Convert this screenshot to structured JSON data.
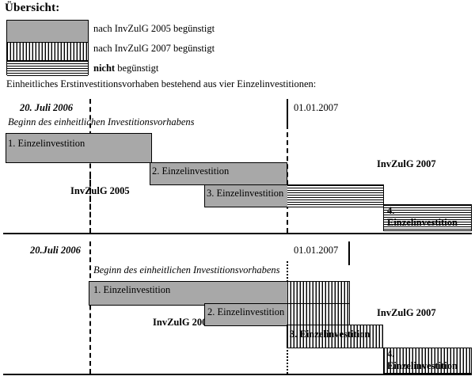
{
  "title": "Übersicht:",
  "legend": {
    "items": [
      {
        "pattern": "solid-gray",
        "label": "nach InvZulG 2005 begünstigt"
      },
      {
        "pattern": "vertical-stripes",
        "label": "nach InvZulG 2007 begünstigt"
      },
      {
        "pattern": "horizontal-stripes",
        "label_bold": "nicht",
        "label_rest": " begünstigt"
      }
    ]
  },
  "intro": "Einheitliches Erstinvestitionsvorhaben bestehend aus vier Einzelinvestitionen:",
  "chart_data": {
    "type": "bar",
    "title": "Übersicht:",
    "xlabel": "",
    "ylabel": "",
    "legend_position": "top-left",
    "charts": [
      {
        "name": "variant-1",
        "date_left": "20. Juli 2006",
        "date_left_note": "Beginn des einheitlichen Investitionsvorhabens",
        "date_right": "01.01.2007",
        "region_left": "InvZulG 2005",
        "region_right": "InvZulG 2007",
        "bars": [
          {
            "label": "1. Einzelinvestition",
            "segments": [
              {
                "fill": "solid-gray",
                "span": 100
              }
            ]
          },
          {
            "label": "2. Einzelinvestition",
            "segments": [
              {
                "fill": "solid-gray",
                "span": 100
              }
            ]
          },
          {
            "label": "3. Einzelinvestition",
            "segments": [
              {
                "fill": "solid-gray",
                "span": 48
              },
              {
                "fill": "horizontal-stripes",
                "span": 52
              }
            ]
          },
          {
            "label": "4. Einzelinvestition",
            "segments": [
              {
                "fill": "horizontal-stripes",
                "span": 100
              }
            ]
          }
        ]
      },
      {
        "name": "variant-2",
        "date_left": "20.Juli 2006",
        "date_left_note": "Beginn des einheitlichen Investitionsvorhabens",
        "date_right": "01.01.2007",
        "region_left": "InvZulG 2005",
        "region_right": "InvZulG 2007",
        "bars": [
          {
            "label": "1. Einzelinvestition",
            "segments": [
              {
                "fill": "solid-gray",
                "span": 76
              },
              {
                "fill": "vertical-stripes",
                "span": 24
              }
            ]
          },
          {
            "label": "2. Einzelinvestition",
            "segments": [
              {
                "fill": "solid-gray",
                "span": 57
              },
              {
                "fill": "vertical-stripes",
                "span": 43
              }
            ]
          },
          {
            "label": "3. Einzelinvestition",
            "segments": [
              {
                "fill": "vertical-stripes",
                "span": 100
              }
            ]
          },
          {
            "label": "4. Einzelinvestition",
            "segments": [
              {
                "fill": "vertical-stripes",
                "span": 100
              }
            ]
          }
        ]
      }
    ]
  },
  "c1": {
    "date_left": "20. Juli 2006",
    "note": "Beginn des einheitlichen Investitionsvorhabens",
    "date_right": "01.01.2007",
    "inv2005": "InvZulG 2005",
    "inv2007": "InvZulG 2007",
    "b1": "1. Einzelinvestition",
    "b2": "2. Einzelinvestition",
    "b3": "3. Einzelinvestition",
    "b4a": "4.",
    "b4b": "Einzelinvestition"
  },
  "c2": {
    "date_left": "20.Juli 2006",
    "note": "Beginn des einheitlichen Investitionsvorhabens",
    "date_right": "01.01.2007",
    "inv2005": "InvZulG 2005",
    "inv2007": "InvZulG 2007",
    "b1": "1. Einzelinvestition",
    "b2": "2. Einzelinvestition",
    "b3": "3. Einzelinvestition",
    "b4a": "4.",
    "b4b": "Einzelinvestition"
  },
  "colors": {
    "gray_fill": "#a8a8a8",
    "stroke": "#000000",
    "background": "#ffffff"
  }
}
